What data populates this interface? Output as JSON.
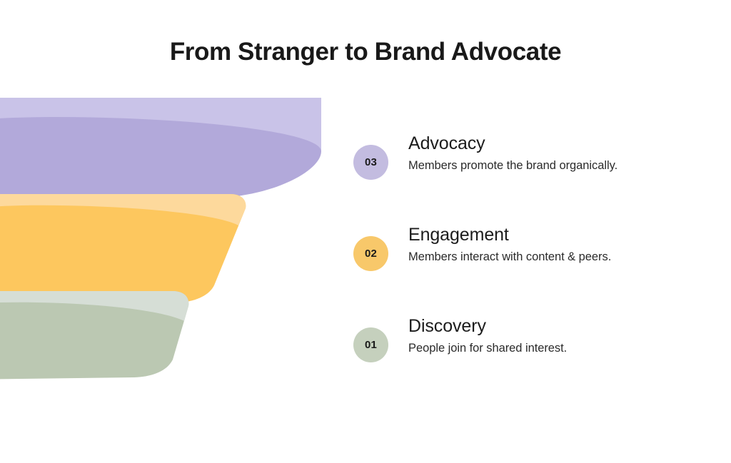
{
  "slide": {
    "background_color": "#ffffff",
    "title": "From Stranger to Brand Advocate"
  },
  "funnel": {
    "orientation": "inverted-cone",
    "stages": [
      {
        "id": "advocacy",
        "order": 3,
        "label": "Advocacy",
        "band_color": "#b2a9da",
        "band_top_color": "#c9c3e8",
        "icon": "megaphone-heart-person-icon"
      },
      {
        "id": "engagement",
        "order": 2,
        "label": "Engagement",
        "band_color": "#fdc75e",
        "band_top_color": "#fdd99c",
        "icon": "people-reaction-bubbles-icon"
      },
      {
        "id": "discovery",
        "order": 1,
        "label": "Discovery",
        "band_color": "#bbc8b2",
        "band_top_color": "#d6ded6",
        "icon": "magnifier-person-check-icon"
      }
    ]
  },
  "legend": {
    "items": [
      {
        "number": "03",
        "heading": "Advocacy",
        "description": "Members promote the brand organically.",
        "badge_color": "#c3bce0"
      },
      {
        "number": "02",
        "heading": "Engagement",
        "description": "Members interact with content & peers.",
        "badge_color": "#f8c86a"
      },
      {
        "number": "01",
        "heading": "Discovery",
        "description": "People join for shared interest.",
        "badge_color": "#c5d0bd"
      }
    ]
  }
}
